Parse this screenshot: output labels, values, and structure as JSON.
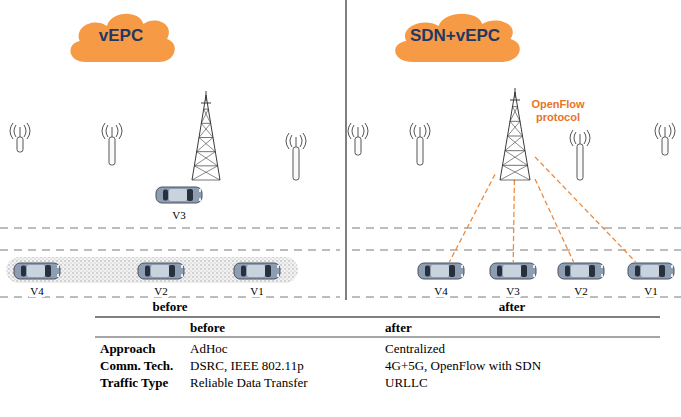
{
  "diagram": {
    "nodes": [
      {
        "text": [
          "vEPC"
        ]
      },
      {
        "text": [
          "V3"
        ]
      },
      {
        "text": [
          "V4"
        ]
      },
      {
        "text": [
          "V2"
        ]
      },
      {
        "text": [
          "V1"
        ]
      },
      {
        "text": [
          "SDN+vEPC"
        ]
      },
      {
        "text": [
          "OpenFlow protocol"
        ]
      },
      {
        "text": [
          "V4"
        ]
      },
      {
        "text": [
          "V3"
        ]
      },
      {
        "text": [
          "V2"
        ]
      },
      {
        "text": [
          "V1"
        ]
      }
    ],
    "edges": [
      {
        "from": 6,
        "to": 7,
        "arrow": "none"
      },
      {
        "from": 6,
        "to": 8,
        "arrow": "none"
      },
      {
        "from": 6,
        "to": 9,
        "arrow": "none"
      },
      {
        "from": 6,
        "to": 10,
        "arrow": "none"
      }
    ],
    "labels": [
      "before",
      "after",
      "before",
      "after",
      "Approach",
      "AdHoc",
      "Centralized",
      "Comm. Tech.",
      "DSRC, IEEE 802.11p",
      "4G+5G, OpenFlow with SDN",
      "Traffic Type",
      "Reliable Data Transfer",
      "URLLC"
    ]
  }
}
